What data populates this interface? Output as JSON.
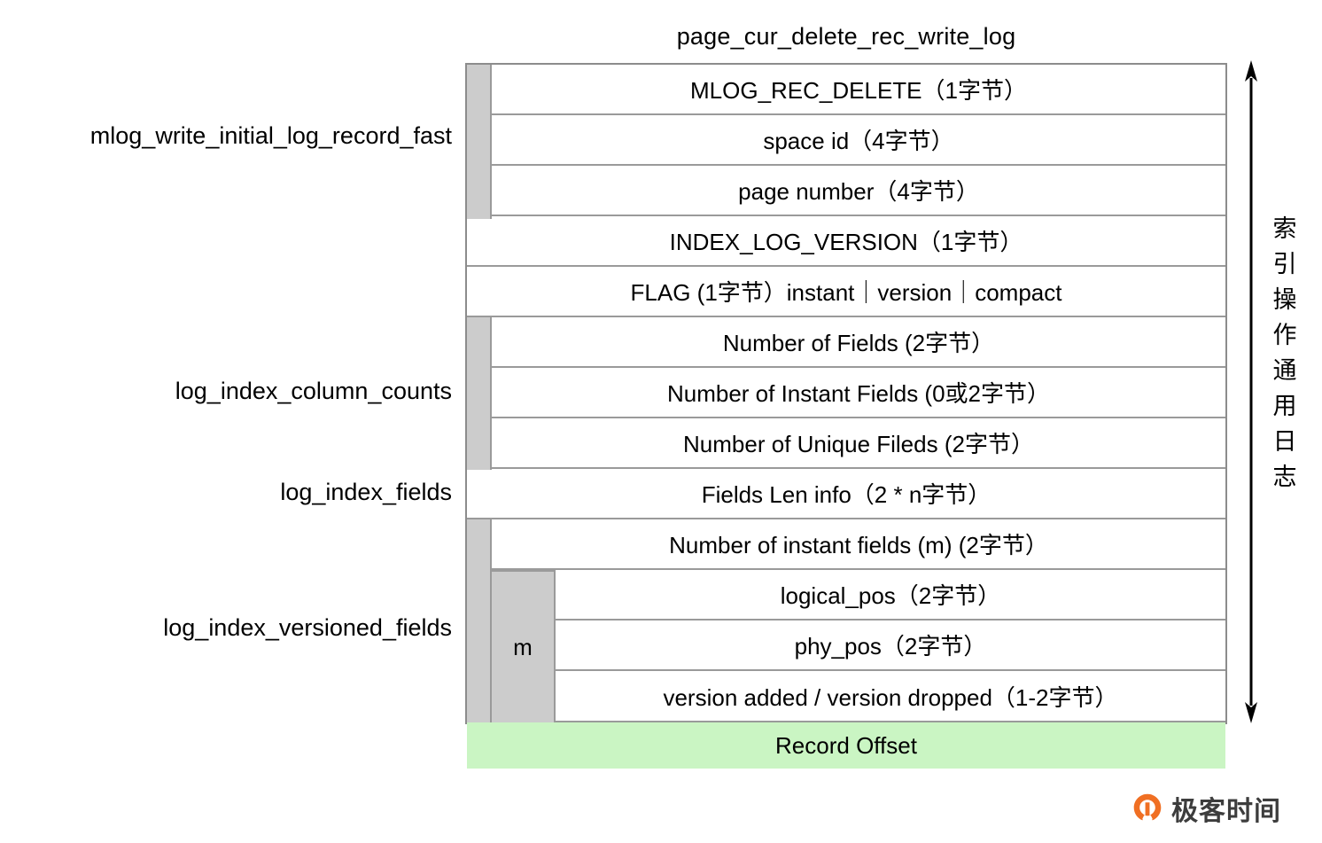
{
  "diagram": {
    "title": "page_cur_delete_rec_write_log",
    "colors": {
      "spine_gray": "#cccccc",
      "border_gray": "#9a9a9a",
      "record_offset_green": "#caf5c3",
      "logo_orange": "#f06f23"
    },
    "rows": [
      {
        "label": "MLOG_REC_DELETE（1字节）",
        "group": "mlog_write_initial_log_record_fast",
        "indent": "spine",
        "style": "plain"
      },
      {
        "label": "space id（4字节）",
        "group": "mlog_write_initial_log_record_fast",
        "indent": "spine",
        "style": "plain"
      },
      {
        "label": "page number（4字节）",
        "group": "mlog_write_initial_log_record_fast",
        "indent": "spine",
        "style": "plain"
      },
      {
        "label": "INDEX_LOG_VERSION（1字节）",
        "group": "",
        "indent": "none",
        "style": "plain"
      },
      {
        "label": "FLAG (1字节）instant｜version｜compact",
        "group": "",
        "indent": "none",
        "style": "plain"
      },
      {
        "label": "Number of Fields (2字节）",
        "group": "log_index_column_counts",
        "indent": "spine",
        "style": "plain"
      },
      {
        "label": "Number of Instant Fields (0或2字节）",
        "group": "log_index_column_counts",
        "indent": "spine",
        "style": "plain"
      },
      {
        "label": "Number of Unique Fileds (2字节）",
        "group": "log_index_column_counts",
        "indent": "spine",
        "style": "plain"
      },
      {
        "label": "Fields Len info（2 * n字节）",
        "group": "log_index_fields",
        "indent": "none",
        "style": "plain"
      },
      {
        "label": "Number of instant fields (m) (2字节）",
        "group": "log_index_versioned_fields",
        "indent": "spine",
        "style": "plain"
      },
      {
        "label": "logical_pos（2字节）",
        "group": "log_index_versioned_fields",
        "indent": "mblock",
        "style": "plain"
      },
      {
        "label": "phy_pos（2字节）",
        "group": "log_index_versioned_fields",
        "indent": "mblock",
        "style": "plain"
      },
      {
        "label": "version added / version dropped（1-2字节）",
        "group": "log_index_versioned_fields",
        "indent": "mblock",
        "style": "plain"
      },
      {
        "label": "Record Offset",
        "group": "",
        "indent": "none",
        "style": "green"
      }
    ],
    "multiplicity_label": "m",
    "left_labels": [
      {
        "text": "mlog_write_initial_log_record_fast"
      },
      {
        "text": "log_index_column_counts"
      },
      {
        "text": "log_index_fields"
      },
      {
        "text": "log_index_versioned_fields"
      }
    ],
    "right_annotation": {
      "text": "索引操作通用日志",
      "chars": [
        "索",
        "引",
        "操",
        "作",
        "通",
        "用",
        "日",
        "志"
      ]
    },
    "logo": {
      "text": "极客时间"
    }
  }
}
